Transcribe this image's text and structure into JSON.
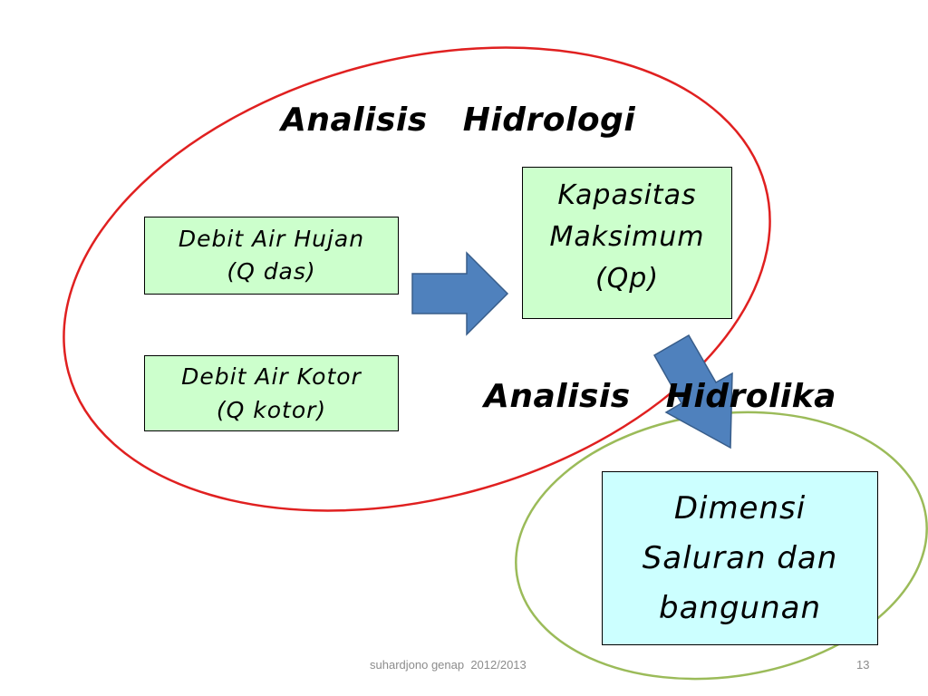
{
  "headings": {
    "hidrologi": "Analisis   Hidrologi",
    "hidrolika": "Analisis   Hidrolika"
  },
  "boxes": {
    "debit_hujan": {
      "lines": [
        "Debit Air Hujan",
        "(Q das)"
      ]
    },
    "debit_kotor": {
      "lines": [
        "Debit Air Kotor",
        "(Q kotor)"
      ]
    },
    "kapasitas": {
      "lines": [
        "Kapasitas",
        "Maksimum",
        "(Qp)"
      ]
    },
    "dimensi": {
      "lines": [
        "Dimensi",
        "Saluran dan",
        "bangunan"
      ]
    }
  },
  "footer": {
    "text": "suhardjono genap  2012/2013",
    "page": "13"
  },
  "colors": {
    "hidrologi_ellipse": "#e02020",
    "hidrolika_ellipse": "#9bbb59",
    "arrow_fill": "#4f81bd",
    "arrow_stroke": "#385d8a",
    "input_box_fill": "#ccffcc",
    "result_box_fill": "#ccffff"
  }
}
